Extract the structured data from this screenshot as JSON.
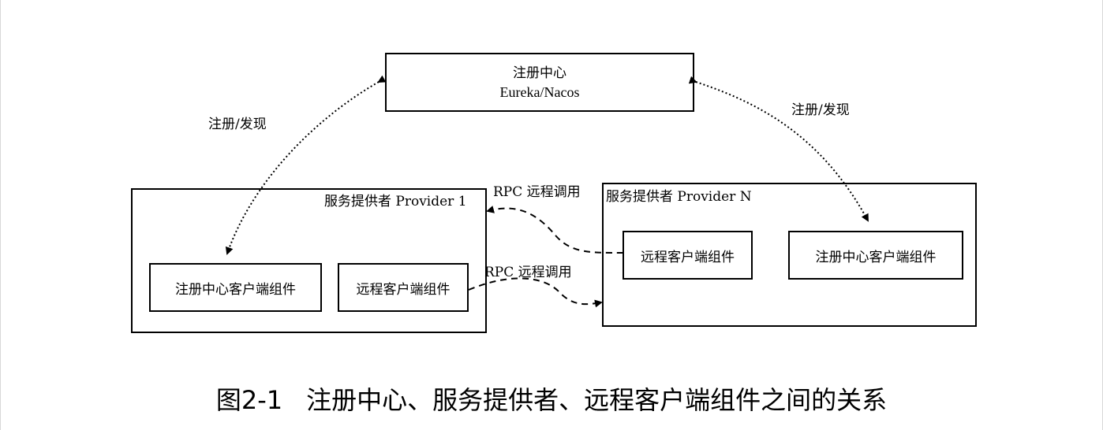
{
  "registry": {
    "title": "注册中心",
    "subtitle": "Eureka/Nacos"
  },
  "provider_1": {
    "title": "服务提供者 Provider 1",
    "registry_client": "注册中心客户端组件",
    "remote_client": "远程客户端组件"
  },
  "provider_n": {
    "title": "服务提供者 Provider N",
    "remote_client": "远程客户端组件",
    "registry_client": "注册中心客户端组件"
  },
  "edges": {
    "left_label": "注册/发现",
    "right_label": "注册/发现",
    "rpc_top_label": "RPC 远程调用",
    "rpc_bottom_label": "RPC 远程调用"
  },
  "caption": {
    "number": "图2-1",
    "text": "注册中心、服务提供者、远程客户端组件之间的关系"
  }
}
